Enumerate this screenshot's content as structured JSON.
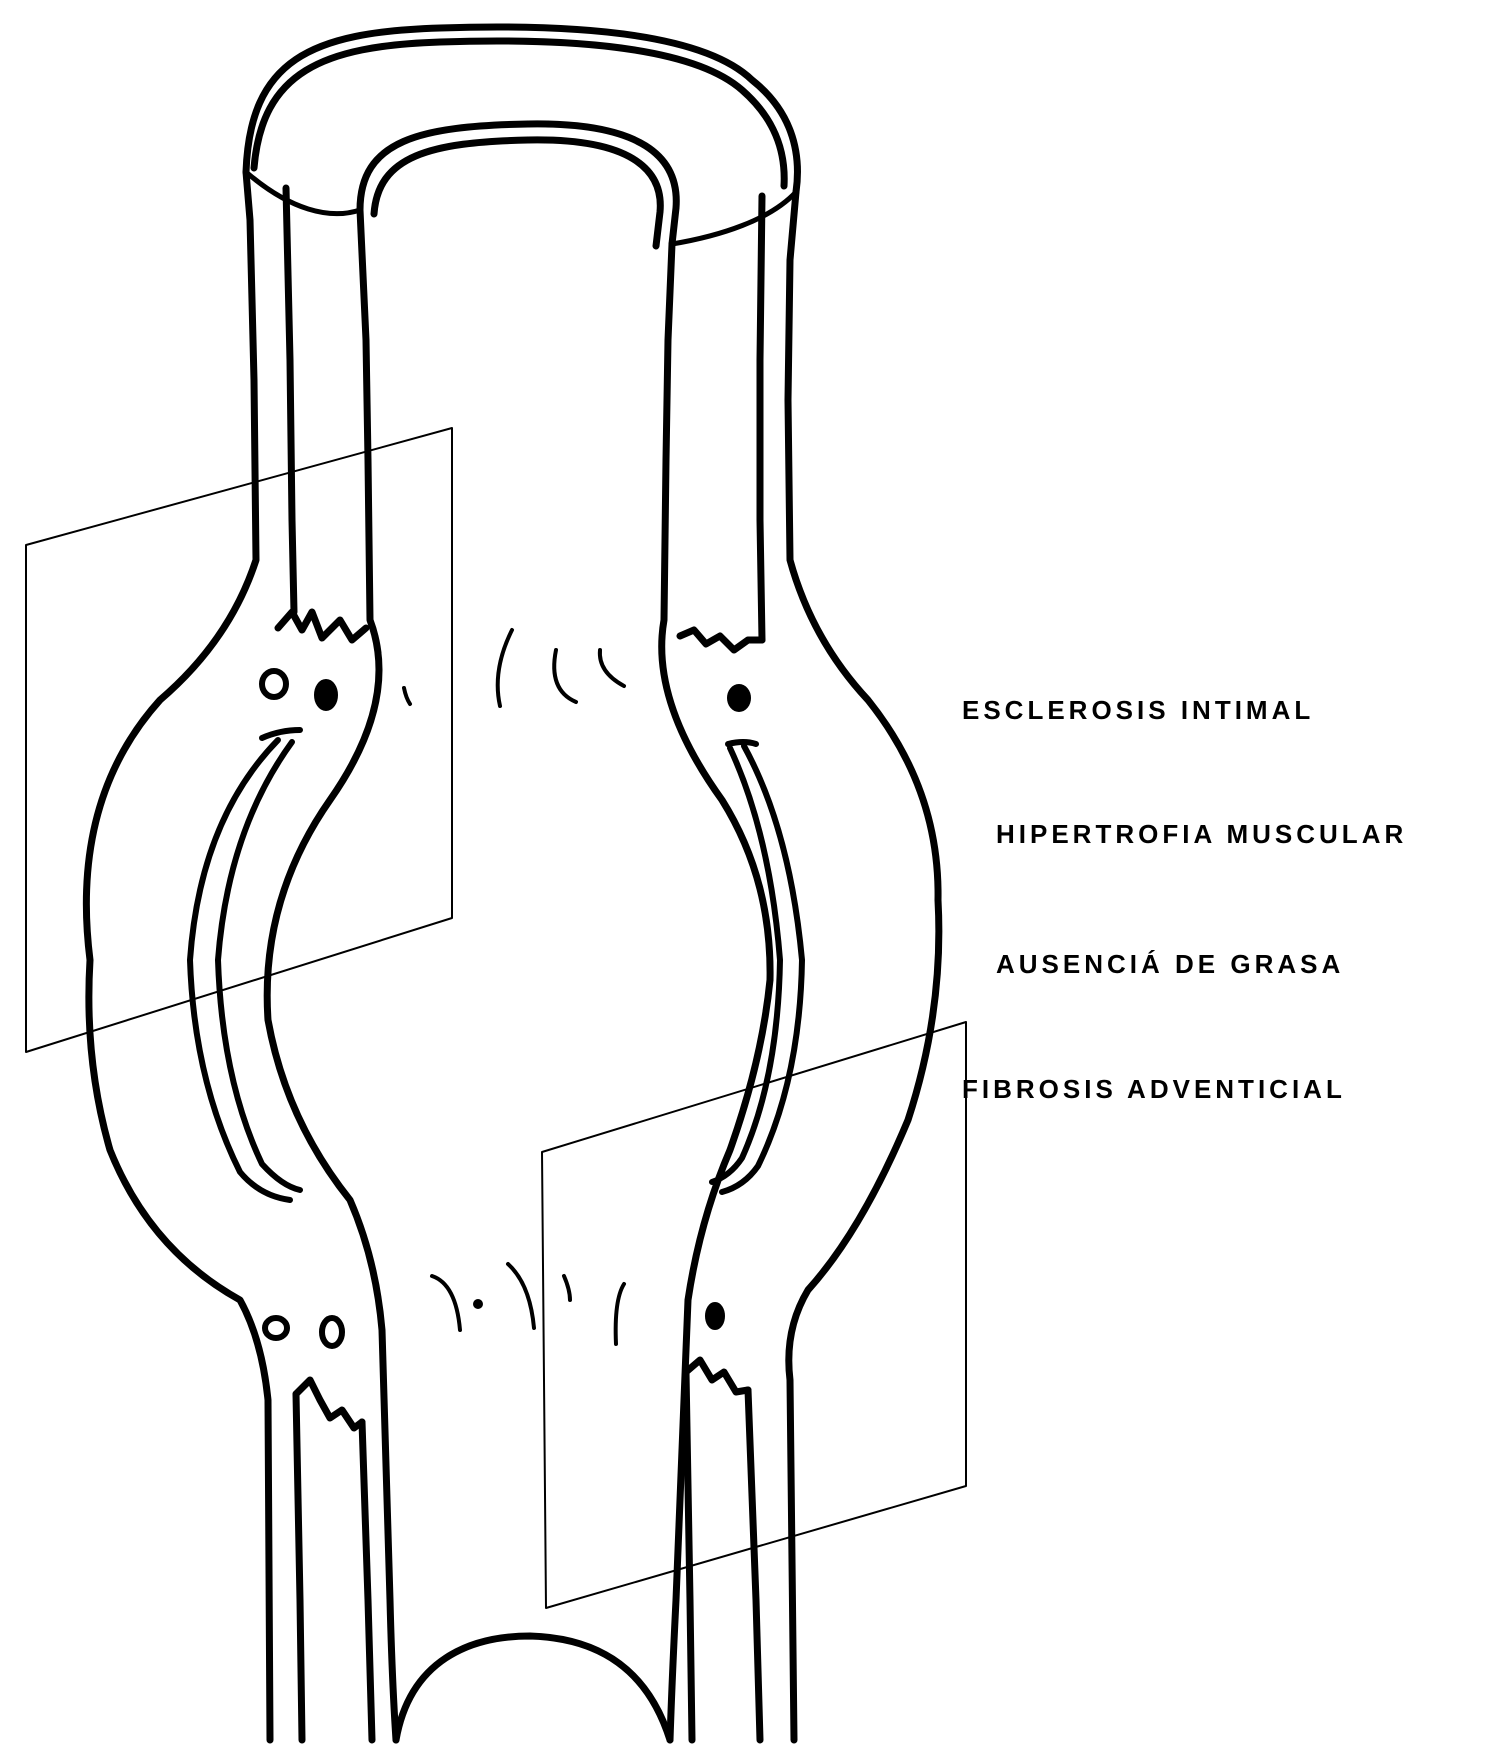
{
  "diagram": {
    "labels": {
      "esclerosis": "ESCLEROSIS  INTIMAL",
      "hipertrofia": "HIPERTROFIA  MUSCULAR",
      "ausencia": "AUSENCIÁ  DE  GRASA",
      "fibrosis": "FIBROSIS  ADVENTICIAL"
    },
    "colors": {
      "stroke": "#000000",
      "background": "#ffffff"
    }
  }
}
